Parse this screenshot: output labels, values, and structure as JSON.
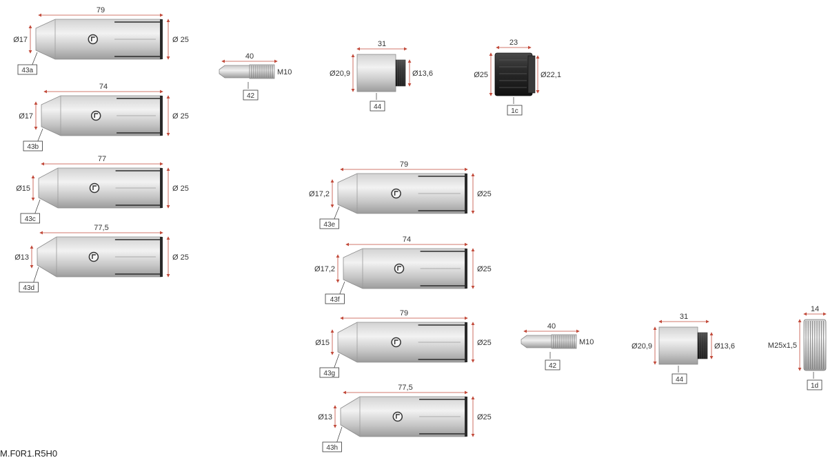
{
  "nozzles": [
    {
      "ref": "43a",
      "length": "79",
      "tip": "Ø17",
      "body": "Ø 25"
    },
    {
      "ref": "43b",
      "length": "74",
      "tip": "Ø17",
      "body": "Ø 25"
    },
    {
      "ref": "43c",
      "length": "77",
      "tip": "Ø15",
      "body": "Ø 25"
    },
    {
      "ref": "43d",
      "length": "77,5",
      "tip": "Ø13",
      "body": "Ø 25"
    },
    {
      "ref": "43e",
      "length": "79",
      "tip": "Ø17,2",
      "body": "Ø25"
    },
    {
      "ref": "43f",
      "length": "74",
      "tip": "Ø17,2",
      "body": "Ø25"
    },
    {
      "ref": "43g",
      "length": "79",
      "tip": "Ø15",
      "body": "Ø25"
    },
    {
      "ref": "43h",
      "length": "77,5",
      "tip": "Ø13",
      "body": "Ø25"
    }
  ],
  "contact_tips": [
    {
      "ref": "42",
      "length": "40",
      "thread": "M10"
    },
    {
      "ref": "42",
      "length": "40",
      "thread": "M10"
    }
  ],
  "adapters": [
    {
      "ref": "44",
      "length": "31",
      "outer": "Ø20,9",
      "inner": "Ø13,6"
    },
    {
      "ref": "44",
      "length": "31",
      "outer": "Ø20,9",
      "inner": "Ø13,6"
    }
  ],
  "rings": [
    {
      "ref": "1c",
      "length": "23",
      "left": "Ø25",
      "right": "Ø22,1"
    },
    {
      "ref": "1d",
      "length": "14",
      "left": "M25x1,5"
    }
  ],
  "footer_code": "M.F0R1.R5H0",
  "colors": {
    "metal_light": "#e4e4e4",
    "metal_mid": "#b4b4b4",
    "metal_dark": "#8a8a8a",
    "black_part": "#2a2a2a",
    "ink": "#333333",
    "arrow": "#c24a3a"
  }
}
